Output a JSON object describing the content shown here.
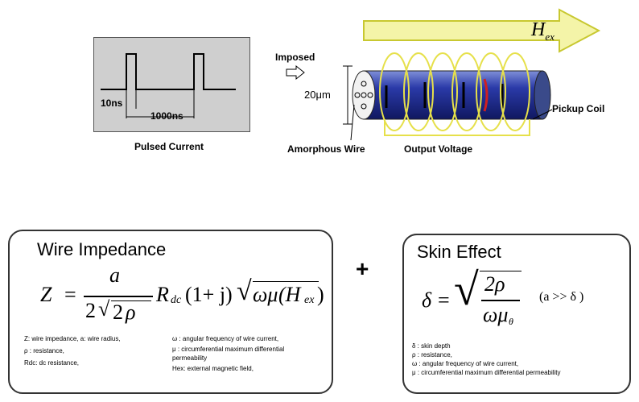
{
  "pulse_box": {
    "label_10ns": "10ns",
    "label_1000ns": "1000ns",
    "caption": "Pulsed Current"
  },
  "wire": {
    "imposed": "Imposed",
    "diameter_num": "20",
    "diameter_unit_mu": "μ",
    "diameter_unit_m": "m",
    "field_H": "H",
    "field_sub": "ex",
    "amorphous_label": "Amorphous Wire",
    "output_label": "Output Voltage",
    "pickup_label": "Pickup Coil",
    "colors": {
      "arrow_fill": "#f4f4a8",
      "arrow_stroke": "#c8c830",
      "coil": "#e6e04a",
      "wire_body": "#2a3aa8"
    }
  },
  "plus": "+",
  "impedance": {
    "title": "Wire Impedance",
    "eq_Z": "Z",
    "eq_eq": "=",
    "eq_num": "a",
    "eq_den_2": "2",
    "eq_den_2b": "2",
    "eq_den_rho": "ρ",
    "eq_R": "R",
    "eq_R_sub": "dc",
    "eq_paren": "(1+ j)",
    "eq_omega_mu": "ωμ",
    "eq_H_open": "(H",
    "eq_H_sub": "ex",
    "eq_H_close": ")",
    "legend_left": [
      "Z:     wire impedance, a: wire radius,",
      "ρ :    resistance,",
      "Rdc: dc resistance,"
    ],
    "legend_right": [
      "ω :    angular frequency of wire current,",
      "μ  :    circumferential maximum differential",
      "          permeability",
      "Hex: external magnetic field,"
    ]
  },
  "skin": {
    "title": "Skin Effect",
    "eq_delta": "δ",
    "eq_eq": "=",
    "eq_num": "2ρ",
    "eq_den": "ωμ",
    "eq_den_sub": "θ",
    "eq_cond": "(a >> δ )",
    "legend": [
      "δ : skin depth",
      "ρ :    resistance,",
      "ω :    angular frequency of wire current,",
      "μ :    circumferential maximum differential permeability"
    ]
  }
}
